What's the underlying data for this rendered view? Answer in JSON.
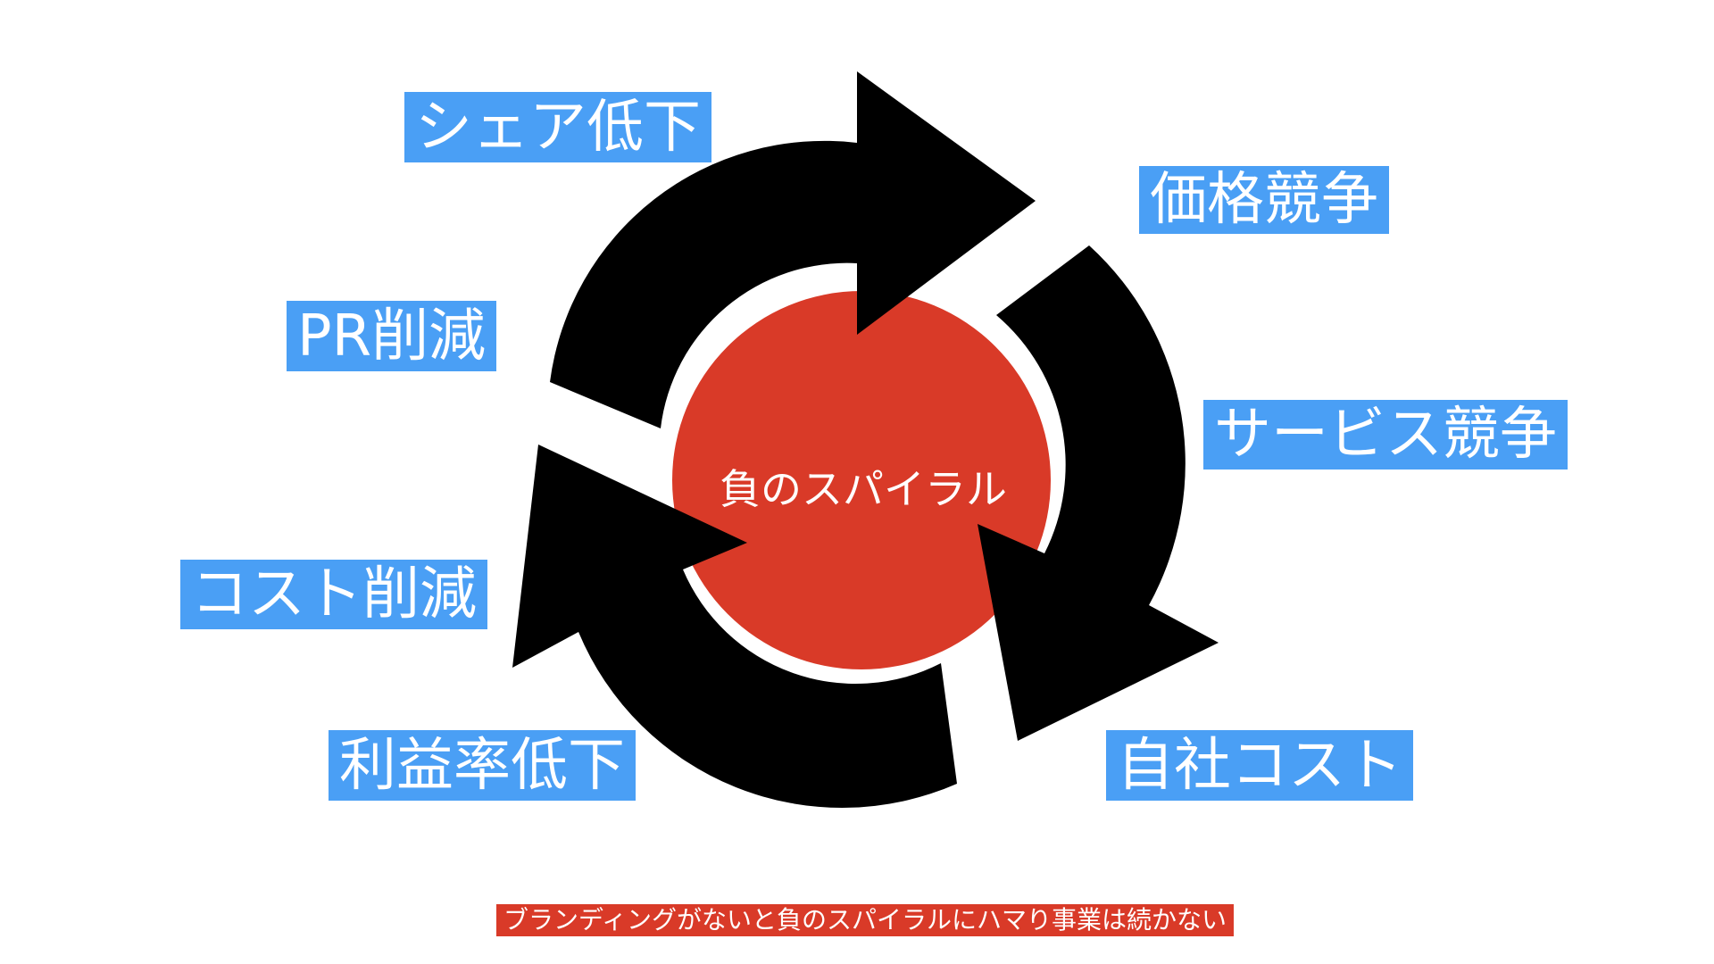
{
  "diagram": {
    "center_label": "負のスパイラル",
    "labels": {
      "share_decline": "シェア低下",
      "price_competition": "価格競争",
      "pr_reduction": "PR削減",
      "service_competition": "サービス競争",
      "cost_reduction": "コスト削減",
      "in_house_cost": "自社コスト",
      "margin_decline": "利益率低下"
    },
    "footer_note": "ブランディングがないと負のスパイラルにハマり事業は続かない"
  },
  "colors": {
    "label_background": "#4a9ff5",
    "center_circle": "#d93a28",
    "arrows": "#000000",
    "footer_background": "#d93a28"
  }
}
